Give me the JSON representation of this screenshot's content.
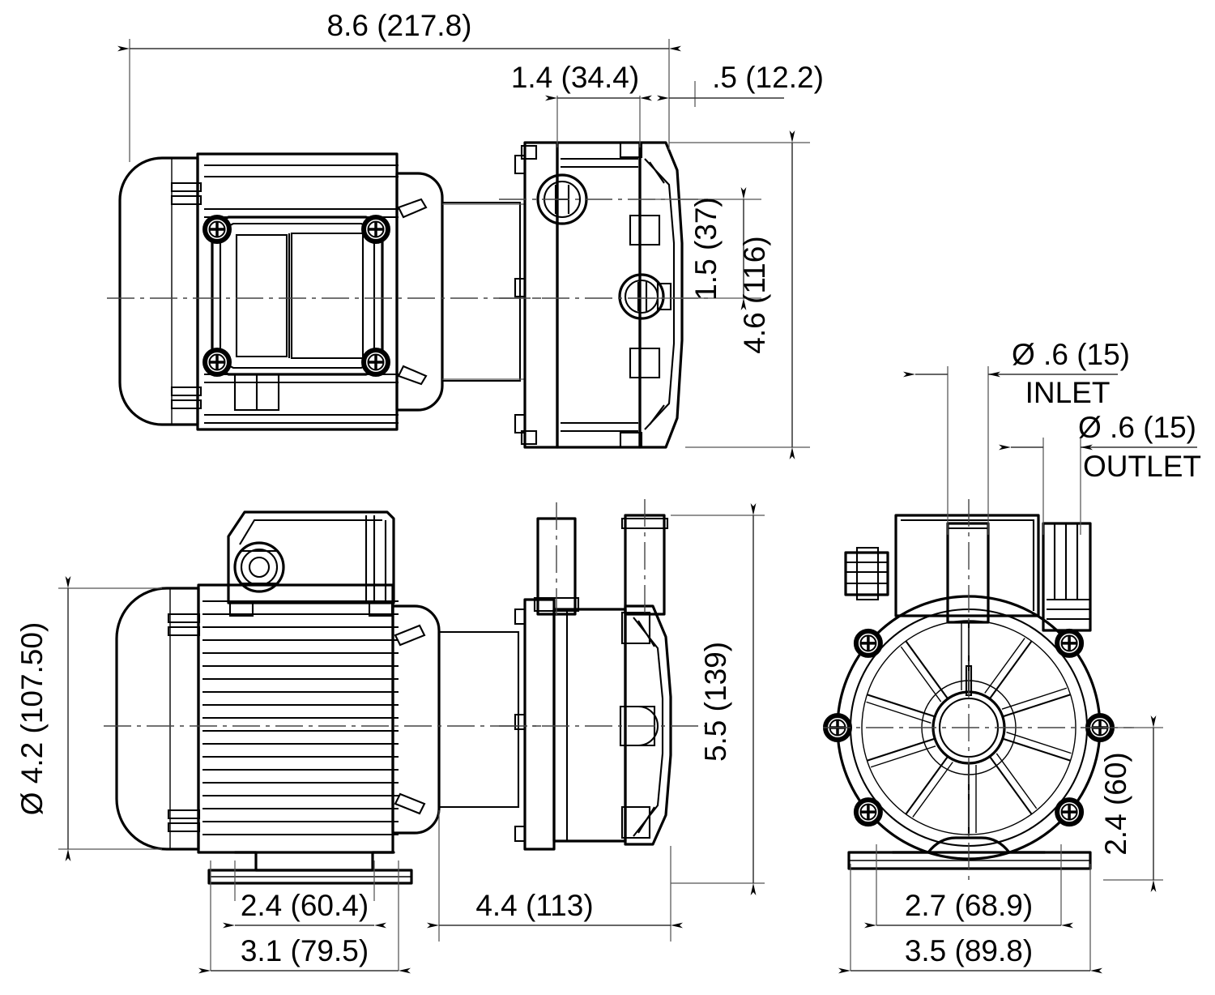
{
  "drawing": {
    "type": "engineering-dimension-drawing",
    "subject": "magnetic drive centrifugal pump with electric motor",
    "units_note": "inches (millimeters)",
    "line_color": "#000000",
    "background_color": "#ffffff"
  },
  "dimensions": {
    "overall_length": "8.6 (217.8)",
    "pump_head_length": "1.4 (34.4)",
    "port_offset": ".5 (12.2)",
    "port_center_height": "1.5 (37)",
    "pump_head_width": "4.6 (116)",
    "motor_diameter": "Ø 4.2 (107.50)",
    "motor_body_length": "2.4 (60.4)",
    "motor_flange_length": "3.1 (79.5)",
    "pump_section_length": "4.4 (113)",
    "overall_height": "5.5 (139)",
    "foot_height": "2.4 (60)",
    "foot_bolt_spacing": "2.7 (68.9)",
    "base_width": "3.5 (89.8)",
    "inlet_size": "Ø .6 (15)",
    "inlet_label": "INLET",
    "outlet_size": "Ø .6 (15)",
    "outlet_label": "OUTLET"
  },
  "views": {
    "top_left": {
      "name": "motor-top-view"
    },
    "top_middle": {
      "name": "pump-head-top-view"
    },
    "bottom_left": {
      "name": "motor-side-view"
    },
    "bottom_middle": {
      "name": "pump-head-side-view"
    },
    "bottom_right": {
      "name": "pump-front-view"
    }
  }
}
